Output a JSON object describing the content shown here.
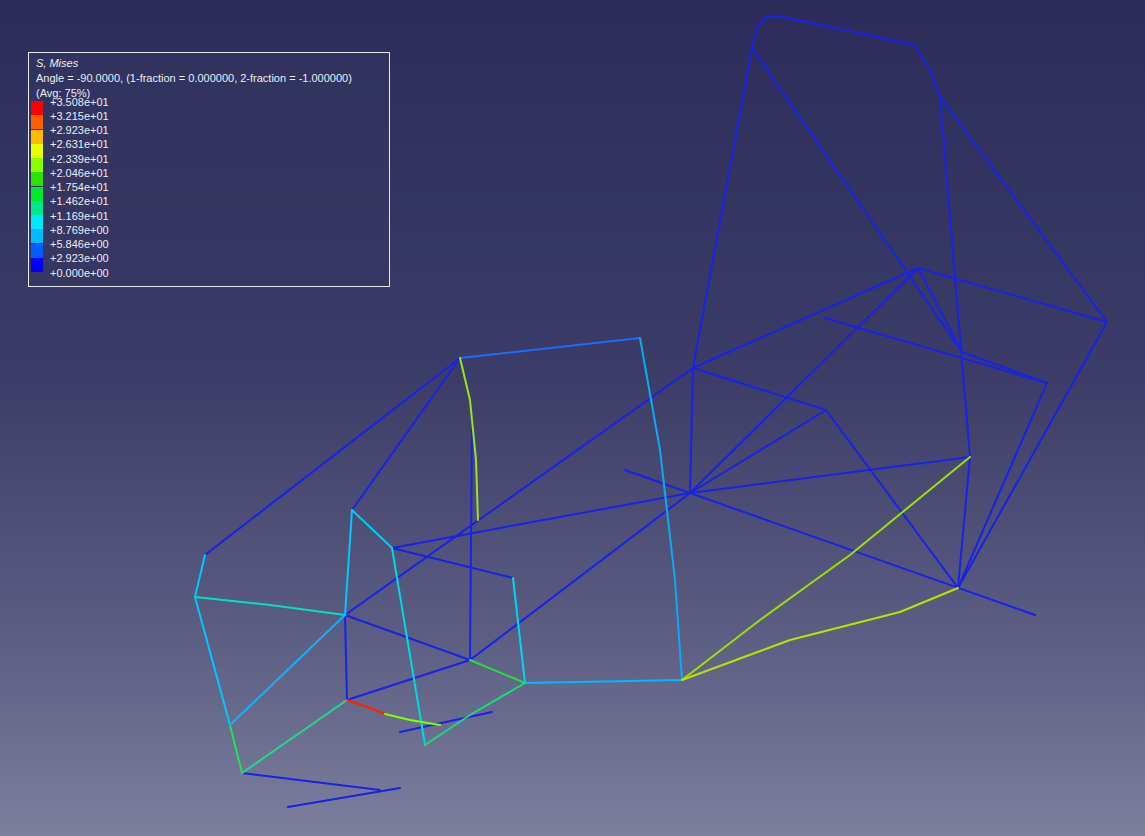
{
  "diagram": {
    "nodes": [
      {
        "text": [
          "S, Mises",
          "Angle = -90.0000, (1-fraction = 0.000000, 2-fraction = -1.000000)",
          "(Avg: 75%)"
        ]
      }
    ],
    "labels": [
      "+0.000e+00"
    ],
    "legend": [
      {
        "text": "+3.508e+01",
        "color": "#FF0000"
      },
      {
        "text": "+3.215e+01",
        "color": "#FF5D00"
      },
      {
        "text": "+2.923e+01",
        "color": "#FFB900"
      },
      {
        "text": "+2.631e+01",
        "color": "#E8FF00"
      },
      {
        "text": "+2.339e+01",
        "color": "#8BFF00"
      },
      {
        "text": "+2.046e+01",
        "color": "#2EE000"
      },
      {
        "text": "+1.754e+01",
        "color": "#00E82E"
      },
      {
        "text": "+1.462e+01",
        "color": "#00E88B"
      },
      {
        "text": "+1.169e+01",
        "color": "#00E8FF"
      },
      {
        "text": "+8.769e+00",
        "color": "#00B9FF"
      },
      {
        "text": "+5.846e+00",
        "color": "#005DFF"
      },
      {
        "text": "+2.923e+00",
        "color": "#0000FF"
      }
    ]
  }
}
